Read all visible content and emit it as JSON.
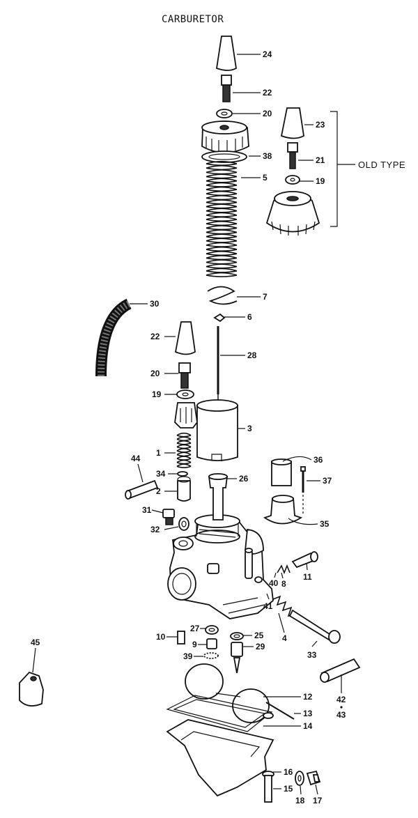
{
  "title": "CARBURETOR",
  "side_note": "OLD TYPE",
  "labels": {
    "p24": "24",
    "p22a": "22",
    "p20a": "20",
    "p23": "23",
    "p38": "38",
    "p21": "21",
    "p5": "5",
    "p19a": "19",
    "p7": "7",
    "p30": "30",
    "p6": "6",
    "p22b": "22",
    "p28": "28",
    "p20b": "20",
    "p19b": "19",
    "p3": "3",
    "p1": "1",
    "p44": "44",
    "p36": "36",
    "p34": "34",
    "p26": "26",
    "p37": "37",
    "p2": "2",
    "p31": "31",
    "p35": "35",
    "p32": "32",
    "p11": "11",
    "p8": "8",
    "p40": "40",
    "p41": "41",
    "p45": "45",
    "p27": "27",
    "p25": "25",
    "p4": "4",
    "p10": "10",
    "p9": "9",
    "p29": "29",
    "p33": "33",
    "p39": "39",
    "p12": "12",
    "p42": "42",
    "p43": "43",
    "p13": "13",
    "p14": "14",
    "p16": "16",
    "p15": "15",
    "p18": "18",
    "p17": "17"
  }
}
